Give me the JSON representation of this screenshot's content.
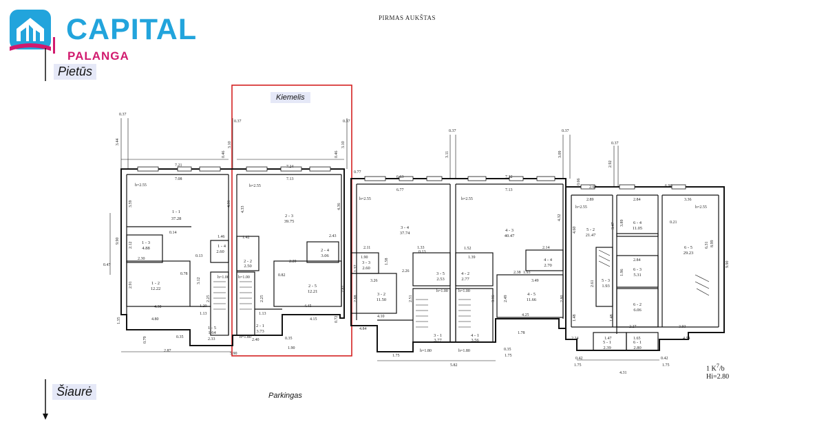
{
  "brand": {
    "name": "CAPITAL",
    "sub": "PALANGA",
    "colors": {
      "primary": "#22a4dc",
      "accent": "#d11a6e"
    }
  },
  "plan": {
    "title": "PIRMAS AUKŠTAS",
    "south_label": "Pietūs",
    "north_label": "Šiaurė",
    "yard_label": "Kiemelis",
    "parking_label": "Parkingas",
    "scale_line1": "1 K",
    "scale_sup": "7",
    "scale_line1_suffix": "/b",
    "scale_line2": "Hi=2.80",
    "highlight_color": "#d42020",
    "rooms": [
      {
        "id": "1 - 1",
        "area": "37.28"
      },
      {
        "id": "1 - 2",
        "area": "12.22"
      },
      {
        "id": "1 - 3",
        "area": "4.88"
      },
      {
        "id": "1 - 4",
        "area": "2.60"
      },
      {
        "id": "1 - 5",
        "area": "1.64"
      },
      {
        "id": "2 - 1",
        "area": "3.73"
      },
      {
        "id": "2 - 2",
        "area": "2.50"
      },
      {
        "id": "2 - 3",
        "area": "39.75"
      },
      {
        "id": "2 - 4",
        "area": "3.06"
      },
      {
        "id": "2 - 5",
        "area": "12.21"
      },
      {
        "id": "3 - 1",
        "area": "3.77"
      },
      {
        "id": "3 - 2",
        "area": "11.50"
      },
      {
        "id": "3 - 3",
        "area": "2.60"
      },
      {
        "id": "3 - 4",
        "area": "37.74"
      },
      {
        "id": "3 - 5",
        "area": "2.53"
      },
      {
        "id": "4 - 1",
        "area": "3.56"
      },
      {
        "id": "4 - 2",
        "area": "2.77"
      },
      {
        "id": "4 - 3",
        "area": "40.47"
      },
      {
        "id": "4 - 4",
        "area": "2.70"
      },
      {
        "id": "4 - 5",
        "area": "11.66"
      },
      {
        "id": "5 - 1",
        "area": "2.39"
      },
      {
        "id": "5 - 2",
        "area": "21.47"
      },
      {
        "id": "5 - 3",
        "area": "1.93"
      },
      {
        "id": "6 - 1",
        "area": "2.80"
      },
      {
        "id": "6 - 2",
        "area": "6.06"
      },
      {
        "id": "6 - 3",
        "area": "5.31"
      },
      {
        "id": "6 - 4",
        "area": "11.05"
      },
      {
        "id": "6 - 5",
        "area": "29.23"
      }
    ],
    "heights": {
      "h255": "h=2.55",
      "h100": "h=1.00",
      "h180": "h=1.80"
    },
    "dimensions": {
      "d_7_21": "7.21",
      "d_7_08": "7.08",
      "d_7_24": "7.24",
      "d_7_13": "7.13",
      "d_6_63": "6.63",
      "d_6_77": "6.77",
      "d_7_32": "7.32",
      "d_6_98": "6.98",
      "d_3_36": "3.36",
      "d_2_67": "2.67",
      "d_2_89": "2.89",
      "d_2_84": "2.84",
      "d_0_37": "0.37",
      "d_0_46": "0.46",
      "d_3_44": "3.44",
      "d_3_10": "3.10",
      "d_3_11": "3.11",
      "d_3_09": "3.09",
      "d_2_92": "2.92",
      "d_0_77": "0.77",
      "d_9_90": "9.90",
      "d_0_47": "0.47",
      "d_4_30": "4.30",
      "d_4_80": "4.80",
      "d_2_87": "2.87",
      "d_5_90": "5.90",
      "d_1_90": "1.90",
      "d_4_45": "4.45",
      "d_4_15": "4.15",
      "d_5_82": "5.82",
      "d_4_25": "4.25",
      "d_4_31": "4.31",
      "d_1_75": "1.75",
      "d_0_42": "0.42",
      "d_4_54": "4.54",
      "d_3_93": "3.93",
      "d_4_84": "4.84",
      "d_4_10": "4.10",
      "d_3_26": "3.26",
      "d_3_49": "3.49",
      "d_1_93": "1.93",
      "d_2_38": "2.38",
      "d_4_33": "4.33",
      "d_4_36": "4.36",
      "d_4_31v": "4.31",
      "d_4_32": "4.32",
      "d_3_59": "3.59",
      "d_2_91": "2.91",
      "d_2_12": "2.12",
      "d_6_31": "6.31",
      "d_8_99": "8.99",
      "d_4_60": "4.60",
      "d_3_47": "3.47",
      "d_2_61": "2.61",
      "d_3_89": "3.89",
      "d_1_96": "1.96",
      "d_2_43": "2.43",
      "d_2_14": "2.14",
      "d_1_33": "1.33",
      "d_1_52": "1.52",
      "d_2_30": "2.30",
      "d_1_46": "1.46",
      "d_1_42": "1.42",
      "d_1_20": "1.20",
      "d_1_13": "1.13",
      "d_0_35": "0.35",
      "d_2_33": "2.33",
      "d_2_40": "2.40",
      "d_2_20": "2.20",
      "d_1_78": "1.78",
      "d_2_24": "2.24",
      "d_1_47": "1.47",
      "d_1_65": "1.65",
      "d_2_27": "2.27",
      "d_0_66": "0.66",
      "d_0_72": "0.72",
      "d_2_80": "2.80",
      "d_2_88": "2.88",
      "d_2_81": "2.81",
      "d_2_49": "2.49",
      "d_2_51": "2.51",
      "d_3_12": "3.12",
      "d_2_25": "2.25",
      "d_1_35": "1.35",
      "d_0_79": "0.79",
      "d_3_16": "3.16",
      "d_1_48": "1.48",
      "d_0_78": "0.78",
      "d_0_82": "0.82",
      "d_2_26": "2.26",
      "d_1_90b": "1.90",
      "d_1_37": "1.37",
      "d_1_58": "1.58",
      "d_0_21": "0.21",
      "d_0_14": "0.14",
      "d_0_13": "0.13",
      "d_0_12": "0.12",
      "d_2_11": "2.11",
      "d_1_39": "1.39"
    }
  }
}
